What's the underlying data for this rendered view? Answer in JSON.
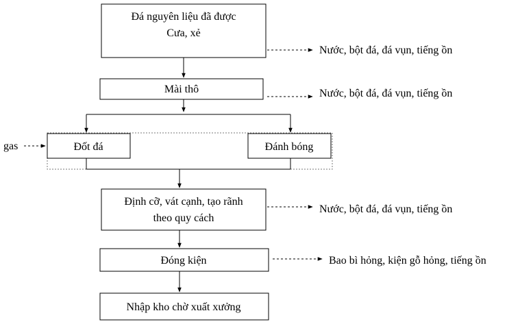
{
  "steps": {
    "raw_line1": "Đá nguyên liệu đã được",
    "raw_line2": "Cưa, xẻ",
    "coarse": "Mài thô",
    "burn": "Đốt đá",
    "polish": "Đánh bóng",
    "size_line1": "Định cỡ, vát cạnh, tạo rãnh",
    "size_line2": "theo quy cách",
    "pack": "Đóng kiện",
    "store": "Nhập kho chờ xuất xưởng"
  },
  "inputs": {
    "gas": "gas"
  },
  "outputs": {
    "waste1": "Nước, bột đá, đá vụn, tiếng ồn",
    "waste2": "Nước, bột đá, đá vụn, tiếng ồn",
    "waste3": "Nước, bột đá, đá vụn, tiếng ồn",
    "waste4": "Bao bì hỏng, kiện gỗ hỏng, tiếng ồn"
  }
}
